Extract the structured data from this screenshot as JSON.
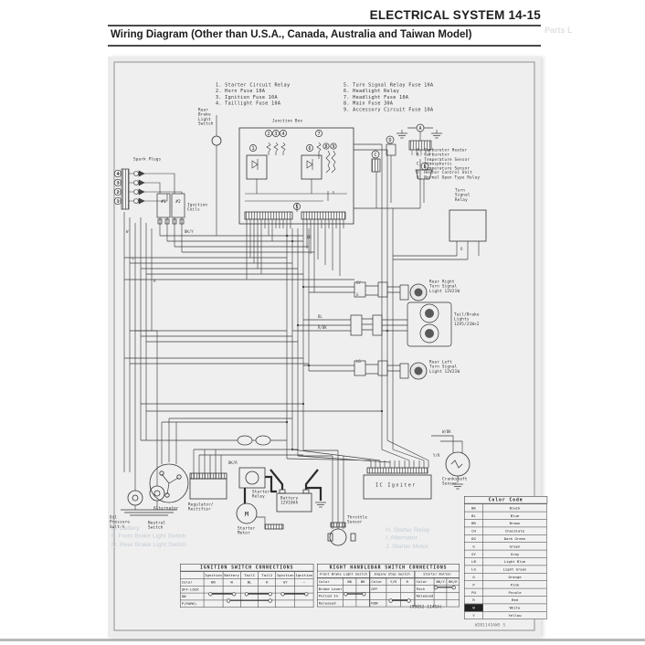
{
  "page": {
    "header": "ELECTRICAL SYSTEM 14-15",
    "title": "Wiring Diagram (Other than U.S.A., Canada, Australia and Taiwan Model)",
    "doc_code": "W2B1145AWS S",
    "diagram_part_no": "(99052-1145A)",
    "bleedthrough_top": "Parts L"
  },
  "legend": {
    "left": [
      "1. Starter Circuit Relay",
      "2. Horn Fuse 10A",
      "3. Ignition Fuse 10A",
      "4. Taillight Fuse 10A"
    ],
    "right": [
      "5. Turn Signal Relay Fuse 10A",
      "6. Headlight Relay",
      "7. Headlight Fuse 10A",
      "8. Main Fuse 30A",
      "9. Accessory Circuit Fuse 10A"
    ]
  },
  "components": {
    "junction_box": "Junction Box",
    "rear_brake_light_switch": "Rear\nBrake\nLight\nSwitch",
    "spark_plugs": "Spark Plugs",
    "ignition_coils": "Ignition\nCoils",
    "coil_1": "#1",
    "coil_2": "#2",
    "carb_legend": "A. Carburetor Heater\nB. Carburetor\n   Temperature Sensor\nC. Atmospheric\n   Temperature Sensor\nD. Heater Control Unit\nE. Normal Open Type Relay",
    "turn_signal_relay": "Turn\nSignal\nRelay",
    "rear_right_turn_signal": "Rear Right\nTurn Signal\nLight 12V21W",
    "tail_brake_lights": "Tail/Brake\nLights\n12V5/21W×2",
    "rear_left_turn_signal": "Rear Left\nTurn Signal\nLight 12V21W",
    "oil_pressure_switch": "Oil\nPressure\nSwitch",
    "neutral_switch": "Neutral\nSwitch",
    "alternator": "Alternator",
    "regulator_rectifier": "Regulator/\nRectifier",
    "starter_relay": "Starter\nRelay",
    "starter_motor": "Starter\nMotor",
    "starter_motor_m": "M",
    "battery": "Battery\n12V10Ah",
    "throttle_sensor": "Throttle\nSensor",
    "ic_igniter": "IC Igniter",
    "crankshaft_sensor": "Crankshaft\nSensor"
  },
  "diagram": {
    "junction_numbers": [
      "1",
      "2",
      "3",
      "4",
      "5",
      "6",
      "7",
      "8",
      "9"
    ],
    "plug_numbers": [
      "4",
      "3",
      "2",
      "1"
    ],
    "component_letters": {
      "a": "A",
      "c": "C",
      "d": "D",
      "e": "E"
    },
    "wire_labels": [
      "W",
      "Y",
      "R",
      "BK/Y",
      "BR",
      "GY",
      "G",
      "LG",
      "BL",
      "R/BK",
      "BK/R",
      "Y/R",
      "W/BK",
      "O"
    ]
  },
  "color_code": {
    "title": "Color Code",
    "rows": [
      [
        "BK",
        "Black"
      ],
      [
        "BL",
        "Blue"
      ],
      [
        "BR",
        "Brown"
      ],
      [
        "CH",
        "Chocolate"
      ],
      [
        "DG",
        "Dark Green"
      ],
      [
        "G",
        "Green"
      ],
      [
        "GY",
        "Gray"
      ],
      [
        "LB",
        "Light Blue"
      ],
      [
        "LG",
        "Light Green"
      ],
      [
        "O",
        "Orange"
      ],
      [
        "P",
        "Pink"
      ],
      [
        "PU",
        "Purple"
      ],
      [
        "R",
        "Red"
      ],
      [
        "W",
        "White"
      ],
      [
        "Y",
        "Yellow"
      ]
    ]
  },
  "ignition_switch_table": {
    "title": "IGNITION SWITCH CONNECTIONS",
    "columns": [
      "Ignition",
      "Battery",
      "Tail1",
      "Tail2",
      "Ignition",
      "Ignition"
    ],
    "color_label": "Color",
    "colors": [
      "BR",
      "W",
      "BL",
      "R",
      "GY",
      "—"
    ],
    "rows": [
      "OFF·LOCK",
      "ON",
      "P(PARK)"
    ]
  },
  "handlebar_table": {
    "title": "RIGHT HANDLEBAR SWITCH CONNECTIONS",
    "sections": [
      {
        "name": "Front Brake Light Switch",
        "color_label": "Color",
        "colors": [
          "BK",
          "BK"
        ],
        "rows": [
          "Brake Lever",
          "Pulled In",
          "Released"
        ]
      },
      {
        "name": "Engine Stop Switch",
        "color_label": "Color",
        "colors": [
          "Y/R",
          "R"
        ],
        "rows": [
          "OFF",
          "",
          "RUN"
        ]
      },
      {
        "name": "Starter Button",
        "color_label": "Color",
        "colors": [
          "BK/Y",
          "BK/R"
        ],
        "rows": [
          "Push",
          "Released",
          ""
        ]
      }
    ]
  },
  "bleedthrough": {
    "left": "O. Battery\nP. Front Brake Light Switch\nQ. Rear Brake Light Switch",
    "right": "H. Starter Relay\nI. Alternator\nJ. Starter Motor"
  }
}
